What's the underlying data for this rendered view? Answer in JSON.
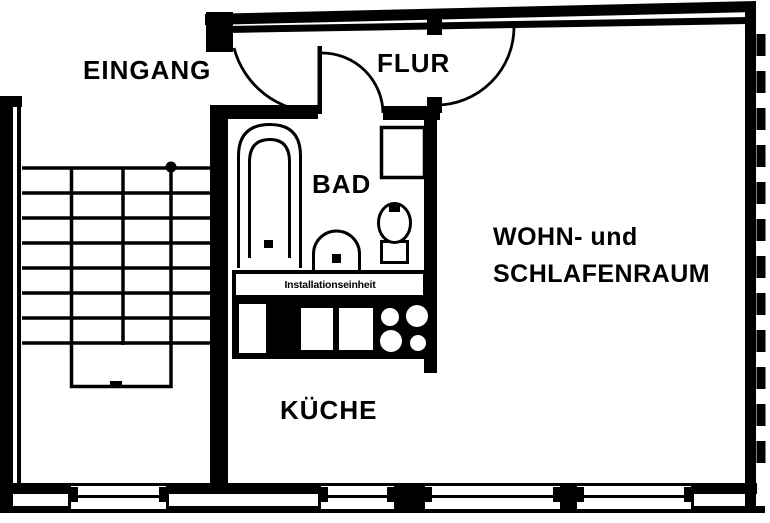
{
  "floorplan": {
    "rooms": {
      "eingang": {
        "label": "EINGANG"
      },
      "flur": {
        "label": "FLUR"
      },
      "bad": {
        "label": "BAD"
      },
      "wohn_schlafraum": {
        "label_line1": "WOHN- und",
        "label_line2": "SCHLAFENRAUM"
      },
      "kueche": {
        "label": "KÜCHE"
      },
      "installation": {
        "label": "Installationseinheit"
      }
    },
    "fixtures": [
      "bathtub",
      "washbasin",
      "toilet",
      "shower-cabinet",
      "kitchen-counter",
      "kitchen-sink-basins",
      "stove-burners",
      "refrigerator",
      "staircase",
      "entry-door",
      "flur-door",
      "bad-door",
      "windows"
    ],
    "colors": {
      "line": "#000000",
      "background": "#ffffff",
      "label_text": "#000000"
    }
  }
}
